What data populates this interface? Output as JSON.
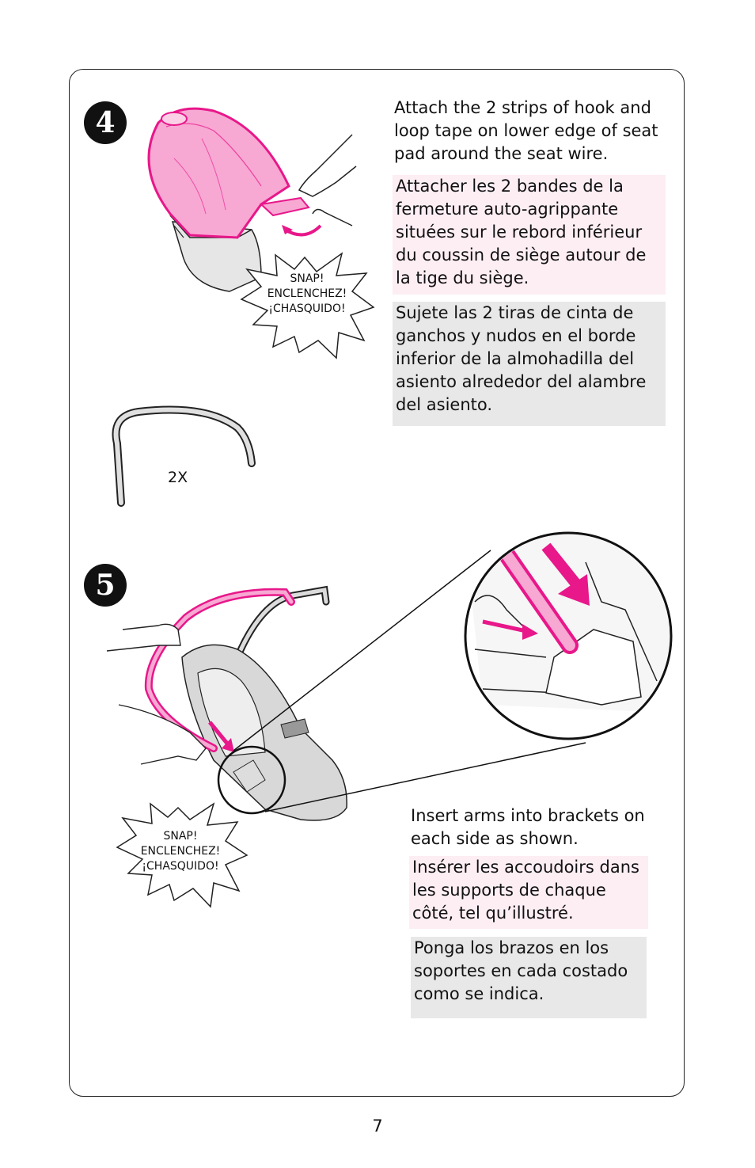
{
  "step4": {
    "number": "4",
    "en": "Attach the 2 strips of hook and loop tape on lower edge of seat pad around the seat wire.",
    "fr": "Attacher les 2 bandes de la fermeture auto-agrippante situées sur le rebord inférieur du coussin de siège autour de la tige du siège.",
    "es": "Sujete las 2 tiras de cinta de ganchos y nudos en el borde inferior de la almohadilla del asiento alrededor del alambre del asiento.",
    "burst": [
      "SNAP!",
      "ENCLENCHEZ!",
      "¡CHASQUIDO!"
    ],
    "quantity": "2X"
  },
  "step5": {
    "number": "5",
    "en": "Insert arms into brackets on each side as shown.",
    "fr": "Insérer les accoudoirs dans les supports de chaque côté, tel qu’illustré.",
    "es": "Ponga los brazos en los soportes en cada costado como se indica.",
    "burst": [
      "SNAP!",
      "ENCLENCHEZ!",
      "¡CHASQUIDO!"
    ]
  },
  "page_number": "7",
  "colors": {
    "accent": "#e8178a",
    "fr_box": "#fdeef4",
    "es_box": "#e8e8e8"
  }
}
